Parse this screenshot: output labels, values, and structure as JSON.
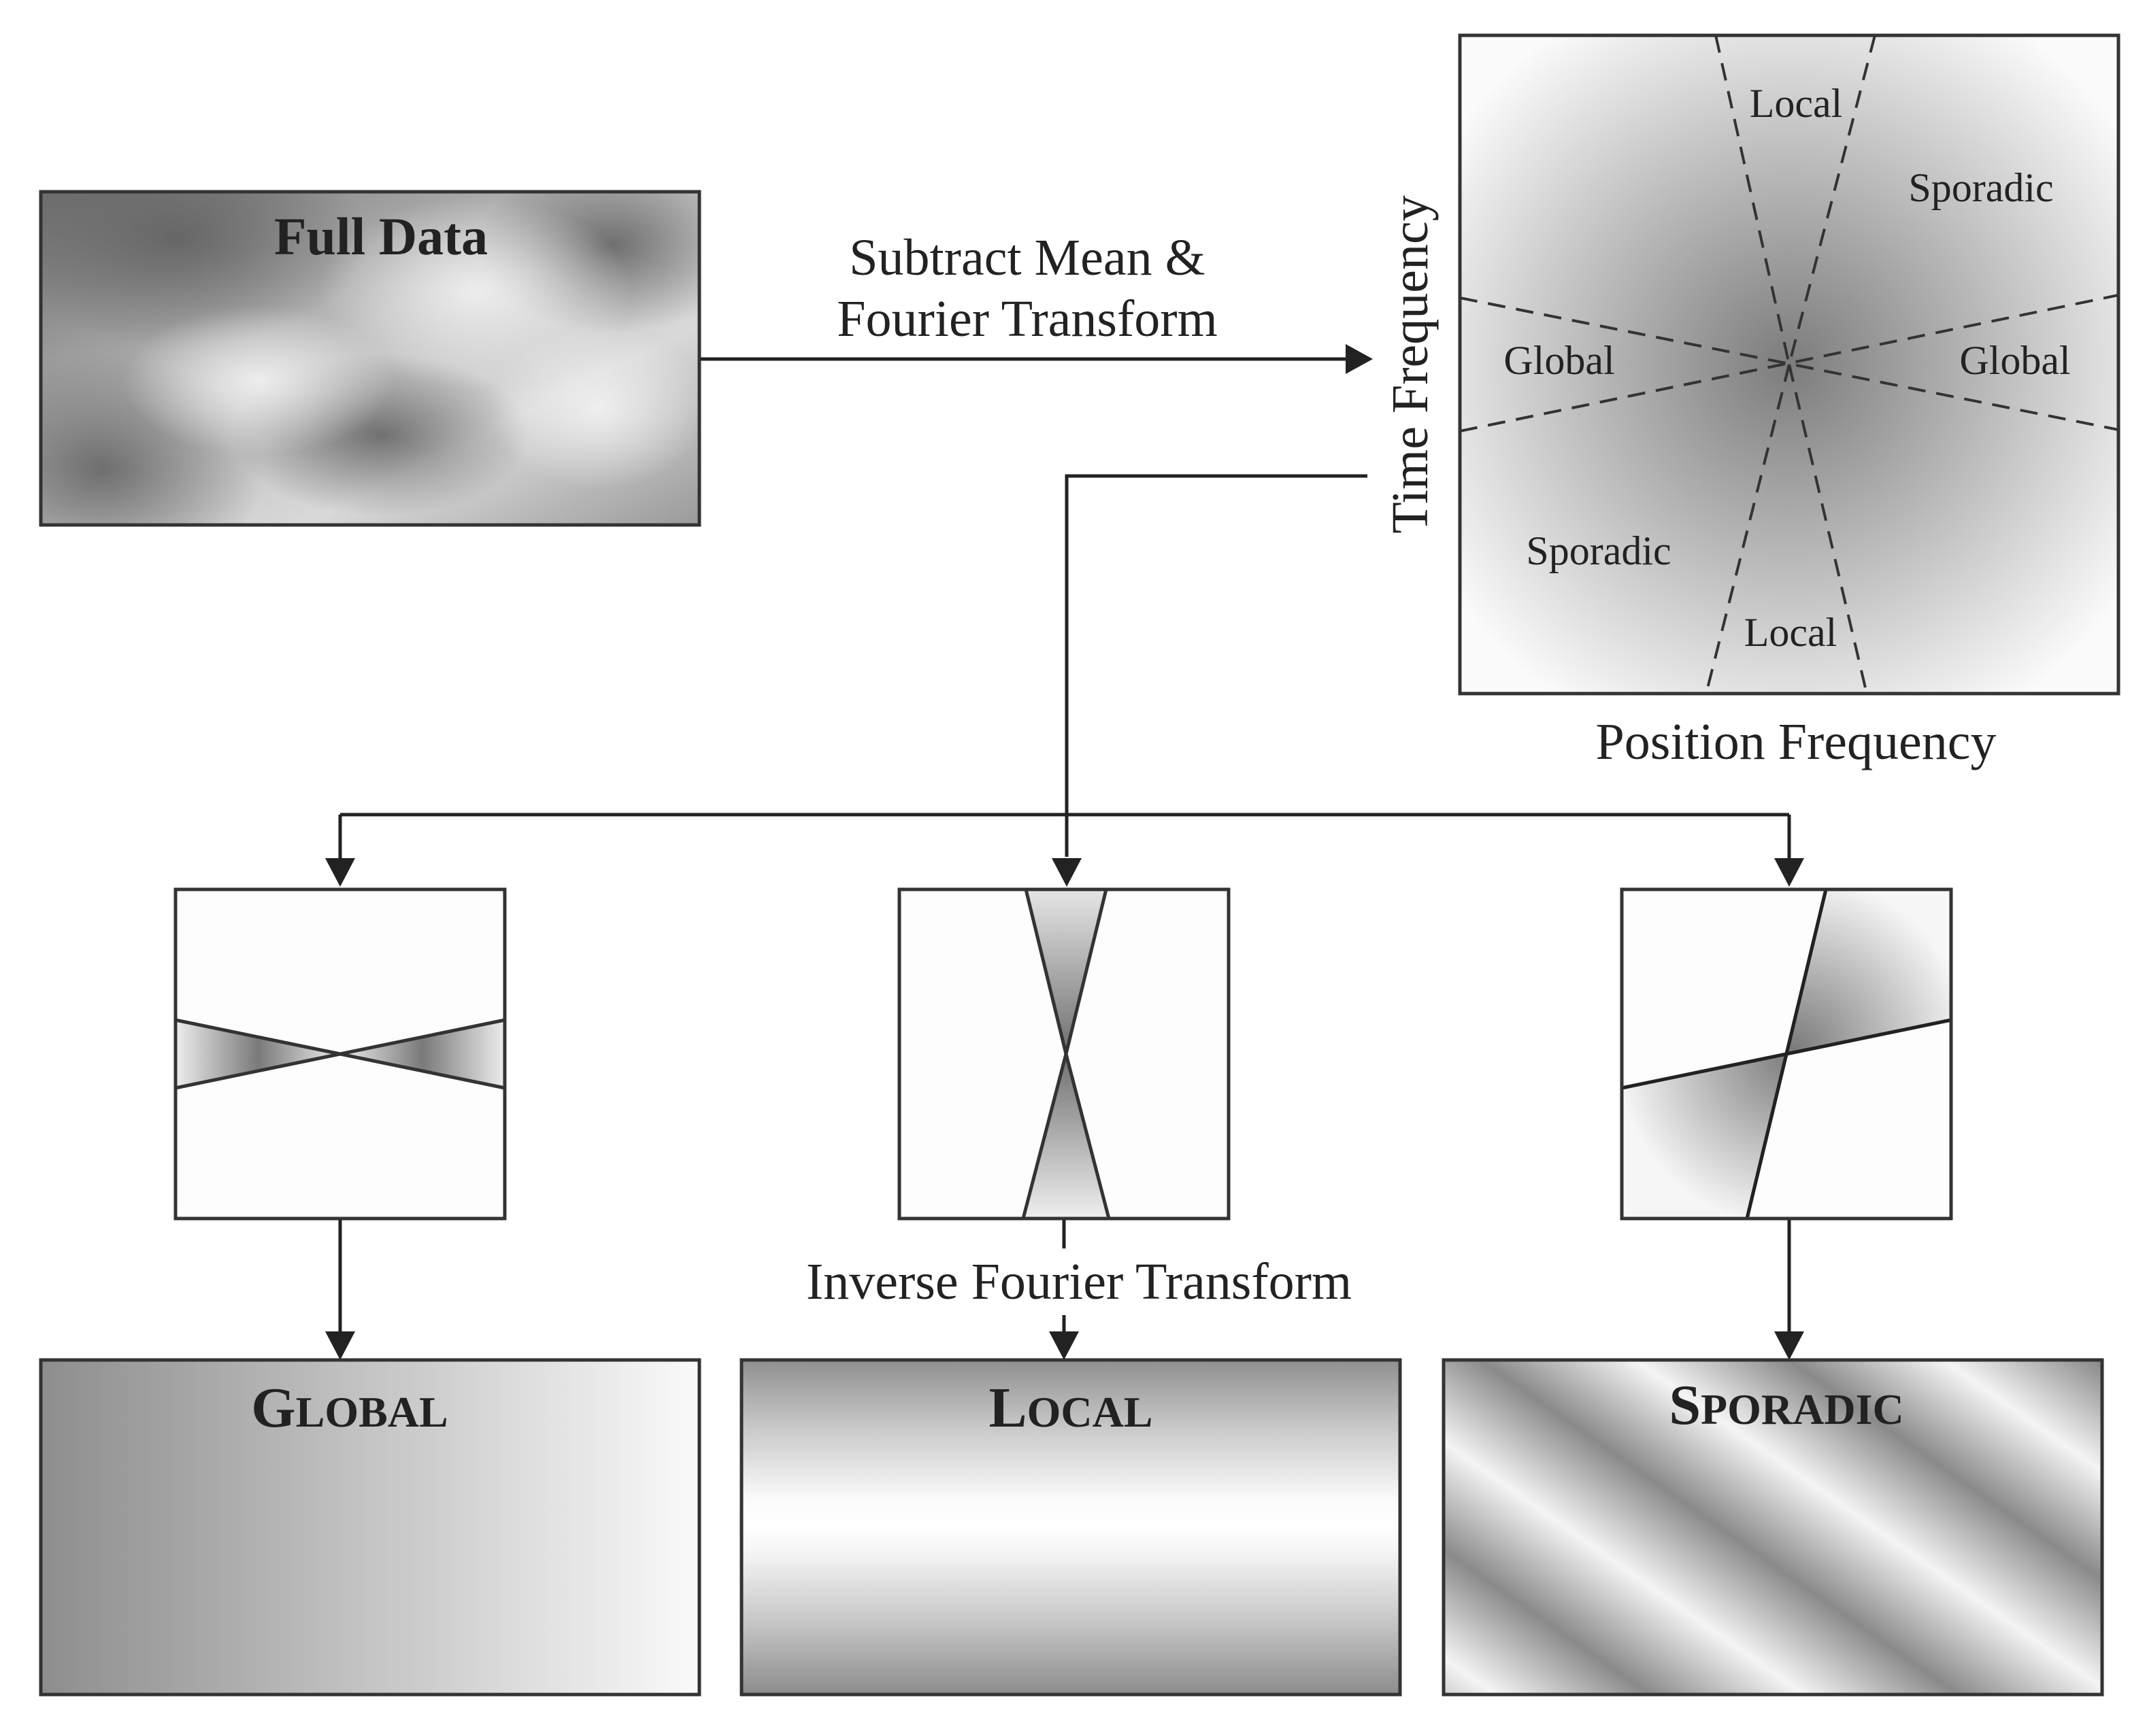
{
  "full_data": {
    "title": "Full Data"
  },
  "transform_step": {
    "line1": "Subtract Mean &",
    "line2": "Fourier Transform"
  },
  "spectrum": {
    "y_axis_label": "Time Frequency",
    "x_axis_label": "Position Frequency",
    "regions": {
      "local_top": "Local",
      "local_bottom": "Local",
      "sporadic_top_right": "Sporadic",
      "sporadic_bottom_left": "Sporadic",
      "global_left": "Global",
      "global_right": "Global"
    }
  },
  "inverse_step": {
    "label": "Inverse Fourier Transform"
  },
  "outputs": {
    "global": {
      "cap": "G",
      "rest": "LOBAL"
    },
    "local": {
      "cap": "L",
      "rest": "OCAL"
    },
    "sporadic": {
      "cap": "S",
      "rest": "PORADIC"
    }
  },
  "colors": {
    "line": "#222222",
    "frame": "#333333",
    "filter_dark": "#8a8a8a",
    "filter_light": "#f4f4f4"
  }
}
